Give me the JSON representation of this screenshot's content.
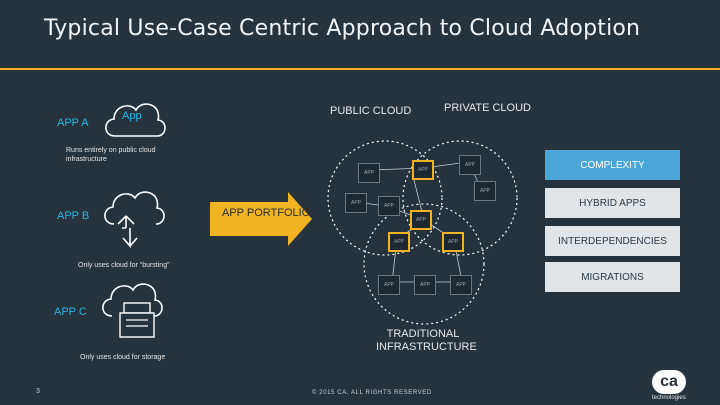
{
  "title": "Typical Use-Case Centric Approach to Cloud Adoption",
  "apps": {
    "a": {
      "label": "APP A",
      "icon_text": "App",
      "note": "Runs entirely on public cloud infrastructure"
    },
    "b": {
      "label": "APP B",
      "note": "Only uses cloud for “bursting”"
    },
    "c": {
      "label": "APP C",
      "note": "Only uses cloud for storage"
    }
  },
  "center": {
    "arrow_label": "APP PORTFOLIO",
    "public_cloud": "PUBLIC CLOUD",
    "private_cloud": "PRIVATE CLOUD",
    "traditional": "TRADITIONAL INFRASTRUCTURE",
    "node_label": "APP"
  },
  "side_boxes": [
    "COMPLEXITY",
    "HYBRID APPS",
    "INTERDEPENDENCIES",
    "MIGRATIONS"
  ],
  "footer": {
    "page": "3",
    "copyright": "© 2015 CA. ALL RIGHTS RESERVED",
    "logo_text": "ca",
    "logo_sub": "technologies"
  },
  "colors": {
    "background": "#26323c",
    "accent": "#f0b323",
    "blue": "#4aa6d6",
    "app_label": "#29b6e6"
  }
}
